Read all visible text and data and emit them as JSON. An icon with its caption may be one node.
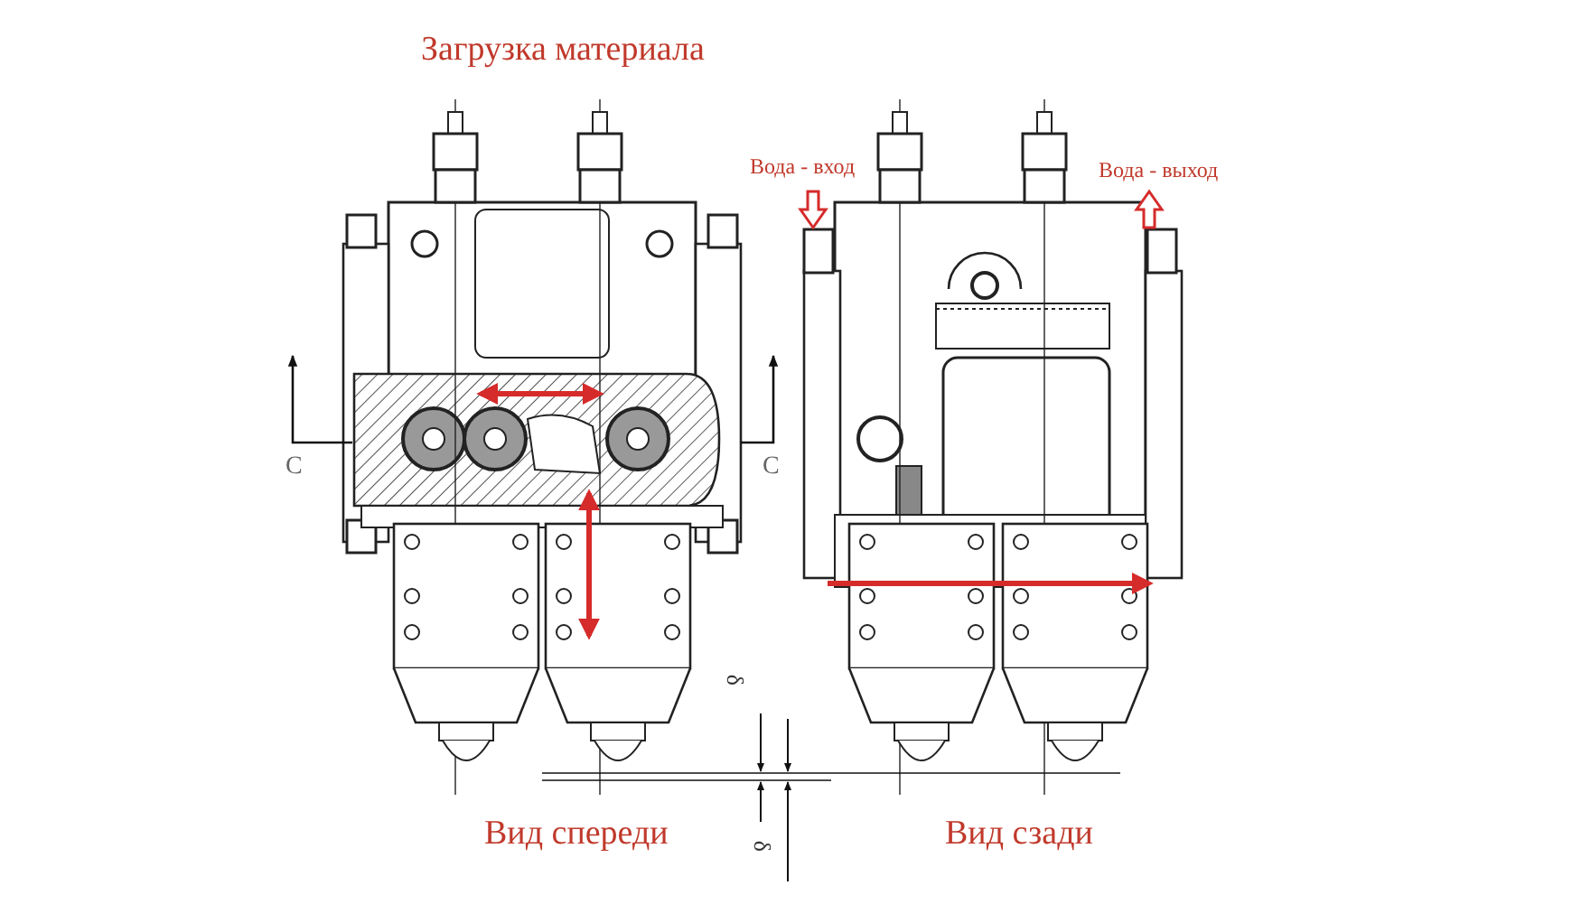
{
  "diagram": {
    "labels": [
      "Загрузка материала",
      "Вода - вход",
      "Вода - выход",
      "C",
      "C",
      "δ",
      "δ",
      "Вид спереди",
      "Вид сзади"
    ]
  }
}
